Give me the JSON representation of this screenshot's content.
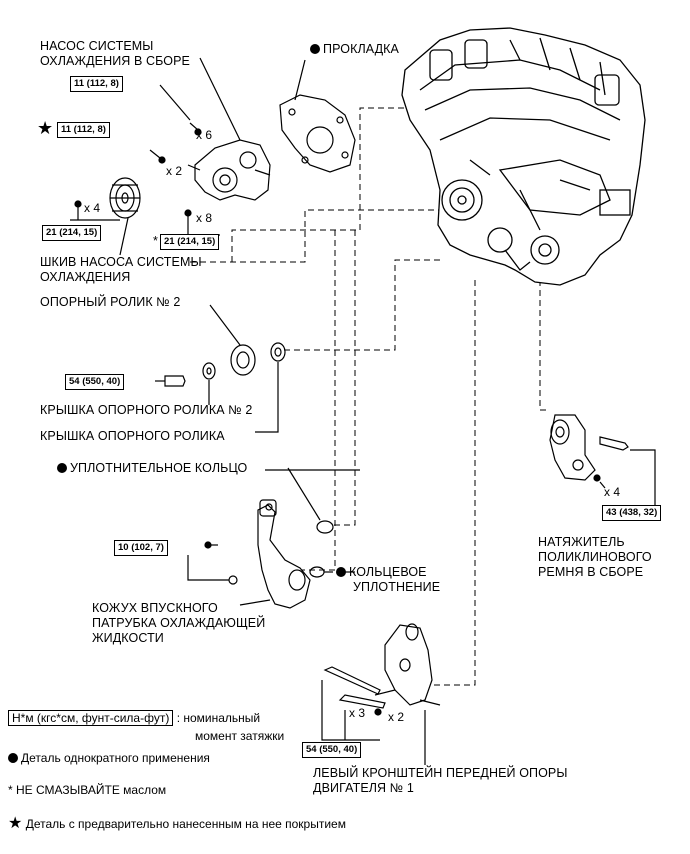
{
  "labels": {
    "pump_assy": [
      "НАСОС СИСТЕМЫ",
      "ОХЛАЖДЕНИЯ В СБОРЕ"
    ],
    "gasket": "ПРОКЛАДКА",
    "pulley": [
      "ШКИВ НАСОСА СИСТЕМЫ",
      "ОХЛАЖДЕНИЯ"
    ],
    "idler2": "ОПОРНЫЙ РОЛИК № 2",
    "idler2_cover": "КРЫШКА ОПОРНОГО РОЛИКА № 2",
    "idler_cover": "КРЫШКА ОПОРНОГО РОЛИКА",
    "seal_ring": "УПЛОТНИТЕЛЬНОЕ КОЛЬЦО",
    "o_ring": [
      "КОЛЬЦЕВОЕ",
      "УПЛОТНЕНИЕ"
    ],
    "inlet_housing": [
      "КОЖУХ ВПУСКНОГО",
      "ПАТРУБКА ОХЛАЖДАЮЩЕЙ",
      "ЖИДКОСТИ"
    ],
    "tensioner": [
      "НАТЯЖИТЕЛЬ",
      "ПОЛИКЛИНОВОГО",
      "РЕМНЯ В СБОРЕ"
    ],
    "bracket": [
      "ЛЕВЫЙ КРОНШТЕЙН ПЕРЕДНЕЙ ОПОРЫ",
      "ДВИГАТЕЛЯ № 1"
    ]
  },
  "torques": {
    "pump_top": "11 (112, 8)",
    "pump_star": "11 (112, 8)",
    "pulley": "21 (214, 15)",
    "pump_side": "21 (214, 15)",
    "idler": "54 (550, 40)",
    "inlet": "10 (102, 7)",
    "tensioner": "43 (438, 32)",
    "bracket": "54 (550, 40)"
  },
  "multipliers": {
    "x6": "x 6",
    "x2a": "x 2",
    "x4a": "x 4",
    "x8": "x 8",
    "x4b": "x 4",
    "x3": "x 3",
    "x2b": "x 2"
  },
  "asterisk": "*",
  "legend": {
    "unit_box": "Н*м (кгс*см, фунт-сила-фут)",
    "unit_text": ": номинальный",
    "unit_text2": "момент затяжки",
    "single_use": "Деталь однократного применения",
    "no_oil": "* НЕ СМАЗЫВАЙТЕ маслом",
    "precoated": "Деталь с предварительно нанесенным на нее покрытием"
  }
}
